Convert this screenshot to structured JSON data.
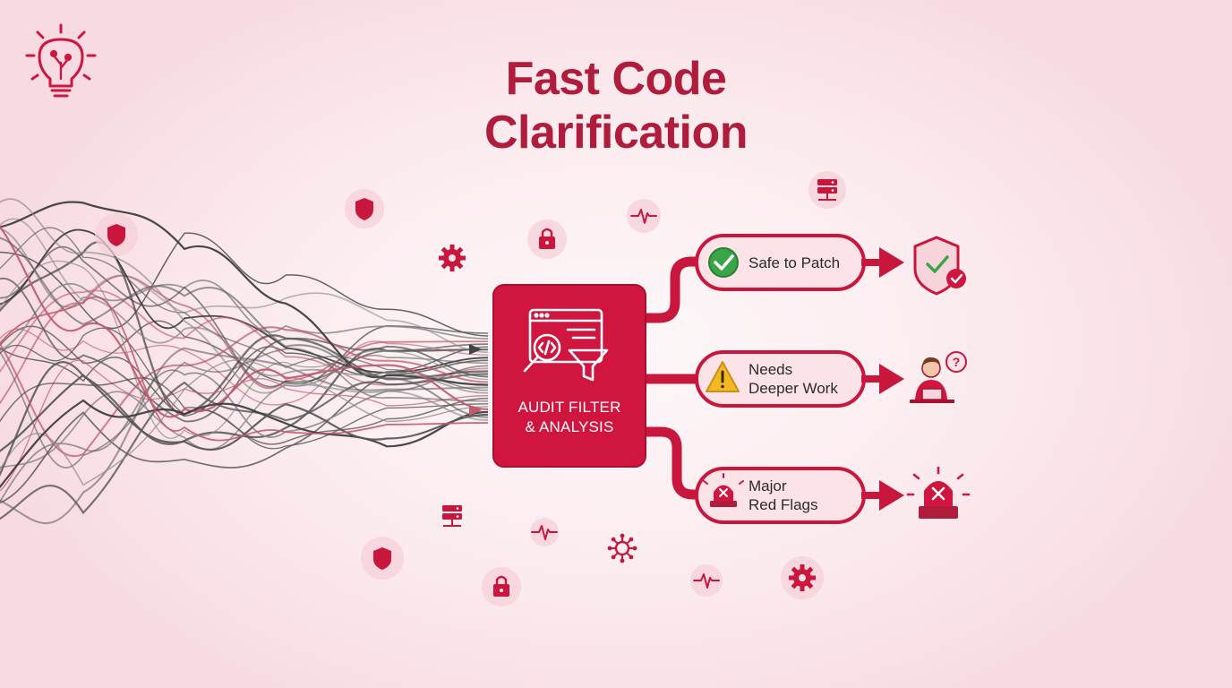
{
  "title": {
    "line1": "Fast Code",
    "line2": "Clarification"
  },
  "hub": {
    "line1": "AUDIT FILTER",
    "line2": "& ANALYSIS"
  },
  "outcomes": [
    {
      "line1": "Safe to Patch",
      "line2": "",
      "status": "safe",
      "badge_icon": "check-icon",
      "result_icon": "shield-check-icon"
    },
    {
      "line1": "Needs",
      "line2": "Deeper Work",
      "status": "warning",
      "badge_icon": "warning-icon",
      "result_icon": "developer-question-icon"
    },
    {
      "line1": "Major",
      "line2": "Red Flags",
      "status": "danger",
      "badge_icon": "alarm-icon",
      "result_icon": "siren-icon"
    }
  ],
  "colors": {
    "brand": "#c8163d",
    "brand_dark": "#b01c3b",
    "pill_fill": "#fbe3e8",
    "safe_green": "#3aa547",
    "warning_yellow": "#f3b922",
    "strand_gray": "#5a5a5a",
    "strand_rose": "#c25a6e"
  },
  "decor_icons": [
    "lightbulb-icon",
    "shield-icon",
    "lock-icon",
    "gear-icon",
    "heartbeat-icon",
    "server-icon",
    "virus-icon"
  ]
}
